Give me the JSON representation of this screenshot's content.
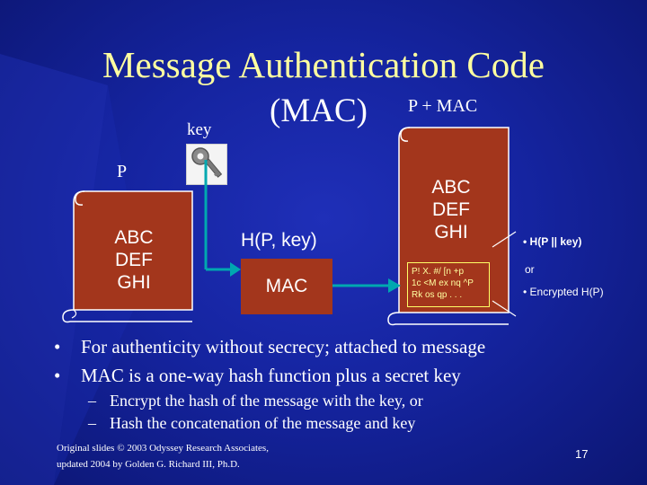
{
  "title": "Message Authentication Code",
  "title_suffix": "(MAC)",
  "labels": {
    "key": "key",
    "p": "P",
    "p_plus_mac": "P + MAC",
    "hash_expr": "H(P, key)",
    "mac_box": "MAC"
  },
  "plaintext_scroll_lines": [
    "ABC",
    "DEF",
    "GHI"
  ],
  "output_scroll_lines": [
    "ABC",
    "DEF",
    "GHI"
  ],
  "cipher_lines": [
    "P! X.  #/ [n +p",
    "1c <M ex nq ^P",
    "Rk os qp  . . ."
  ],
  "notes": {
    "hash_key": "• H(P || key)",
    "or": "or",
    "encrypted": "• Encrypted H(P)"
  },
  "bullets": [
    "For authenticity without secrecy; attached to message",
    "MAC is a one-way hash function plus a secret key"
  ],
  "sub_bullets": [
    "Encrypt the hash of the message with the key, or",
    "Hash the concatenation of the message and key"
  ],
  "footer_lines": [
    "Original slides © 2003 Odyssey Research Associates,",
    "updated 2004 by Golden G. Richard III, Ph.D."
  ],
  "page_number": "17",
  "colors": {
    "background": "#1524a0",
    "title": "#ffffa0",
    "scroll": "#a3361c",
    "arrow": "#00a8b0"
  },
  "icons": {
    "key_image": "key-icon",
    "bullet": "bullet-dot-icon"
  }
}
